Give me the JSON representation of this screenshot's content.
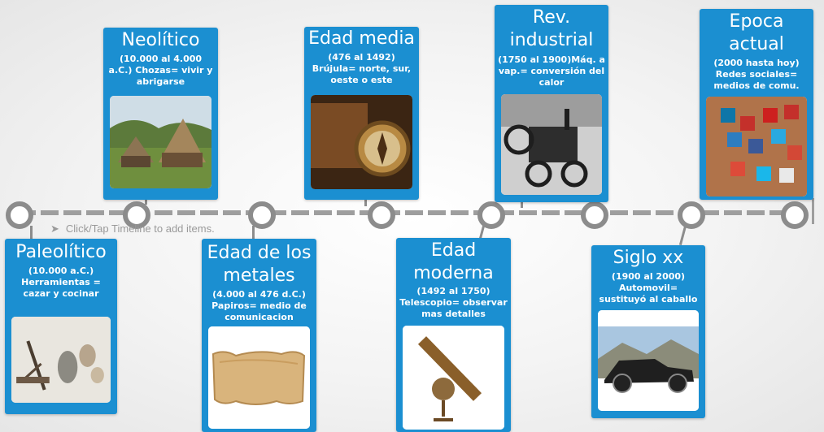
{
  "hint": {
    "cursor_icon": "cursor-arrow-icon",
    "text": "Click/Tap Timeline to add items."
  },
  "events": [
    {
      "id": "paleolitico",
      "title": "Paleolítico",
      "desc": "(10.000 a.C.) Herramientas = cazar y cocinar"
    },
    {
      "id": "neolitico",
      "title": "Neolítico",
      "desc": "(10.000 al 4.000 a.C.) Chozas= vivir y abrigarse"
    },
    {
      "id": "metales",
      "title": "Edad de los metales",
      "desc": "(4.000 al 476 d.C.) Papiros= medio de comunicacion"
    },
    {
      "id": "media",
      "title": "Edad media",
      "desc": "(476 al 1492) Brújula= norte, sur, oeste o este"
    },
    {
      "id": "moderna",
      "title": "Edad moderna",
      "desc": "(1492 al 1750) Telescopio= observar mas detalles"
    },
    {
      "id": "industrial",
      "title": "Rev. industrial",
      "desc": "(1750 al 1900)Máq. a vap.= conversión del calor"
    },
    {
      "id": "sigloxx",
      "title": "Siglo xx",
      "desc": "(1900 al 2000) Automovil= sustituyó al caballo"
    },
    {
      "id": "actual",
      "title": "Epoca actual",
      "desc": "(2000 hasta hoy) Redes sociales= medios de comu."
    }
  ],
  "colors": {
    "card": "#1b8fd1",
    "axis": "#8c8c8c"
  }
}
